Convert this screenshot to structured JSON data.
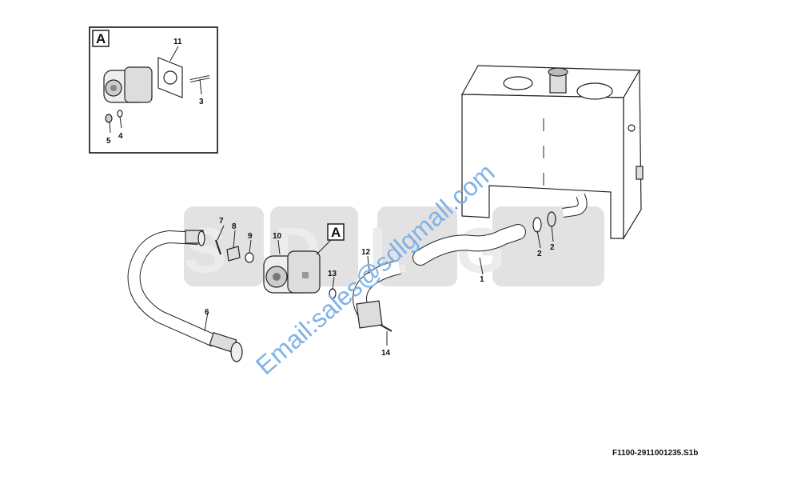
{
  "watermark": {
    "brand": "SDLG",
    "email": "Email:sales@sdlgmall.com"
  },
  "detail": {
    "letter": "A",
    "callout_letter": "A"
  },
  "labels": {
    "p1": "1",
    "p2a": "2",
    "p2b": "2",
    "p3": "3",
    "p4": "4",
    "p5": "5",
    "p6": "6",
    "p7": "7",
    "p8": "8",
    "p9": "9",
    "p10": "10",
    "p11": "11",
    "p12": "12",
    "p13": "13",
    "p14": "14"
  },
  "drawing_code": "F1100-2911001235.S1b",
  "colors": {
    "watermark_gray": "#d9d9d9",
    "email_blue": "#7fb3e6",
    "line": "#222222"
  }
}
